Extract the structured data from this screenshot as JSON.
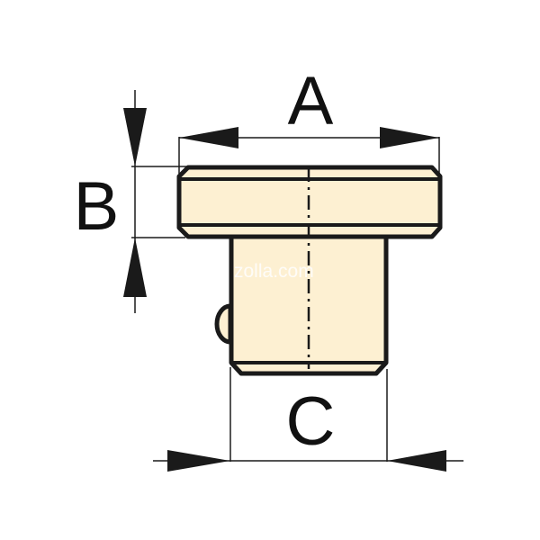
{
  "diagram": {
    "labels": {
      "a": "A",
      "b": "B",
      "c": "C"
    },
    "watermark": "zolla.com",
    "colors": {
      "part_fill": "#fdf0d2",
      "outline": "#1a1a1a",
      "background": "#ffffff"
    }
  }
}
